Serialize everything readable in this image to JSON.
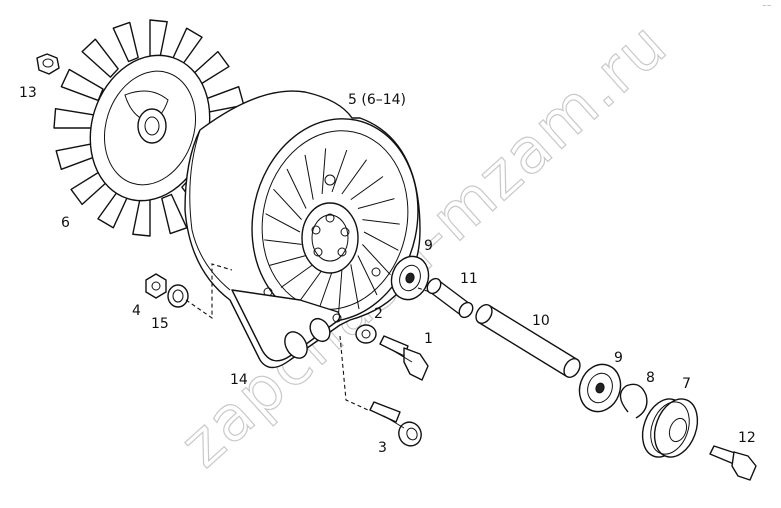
{
  "watermark": "zapchasti-mzam.ru",
  "corner_mark": "⁻⁻",
  "callouts": {
    "c1": "1",
    "c2": "2",
    "c3": "3",
    "c4": "4",
    "c5": "5 (6–14)",
    "c6": "6",
    "c7": "7",
    "c8": "8",
    "c9a": "9",
    "c9b": "9",
    "c10": "10",
    "c11": "11",
    "c12": "12",
    "c13": "13",
    "c14": "14",
    "c15": "15"
  }
}
